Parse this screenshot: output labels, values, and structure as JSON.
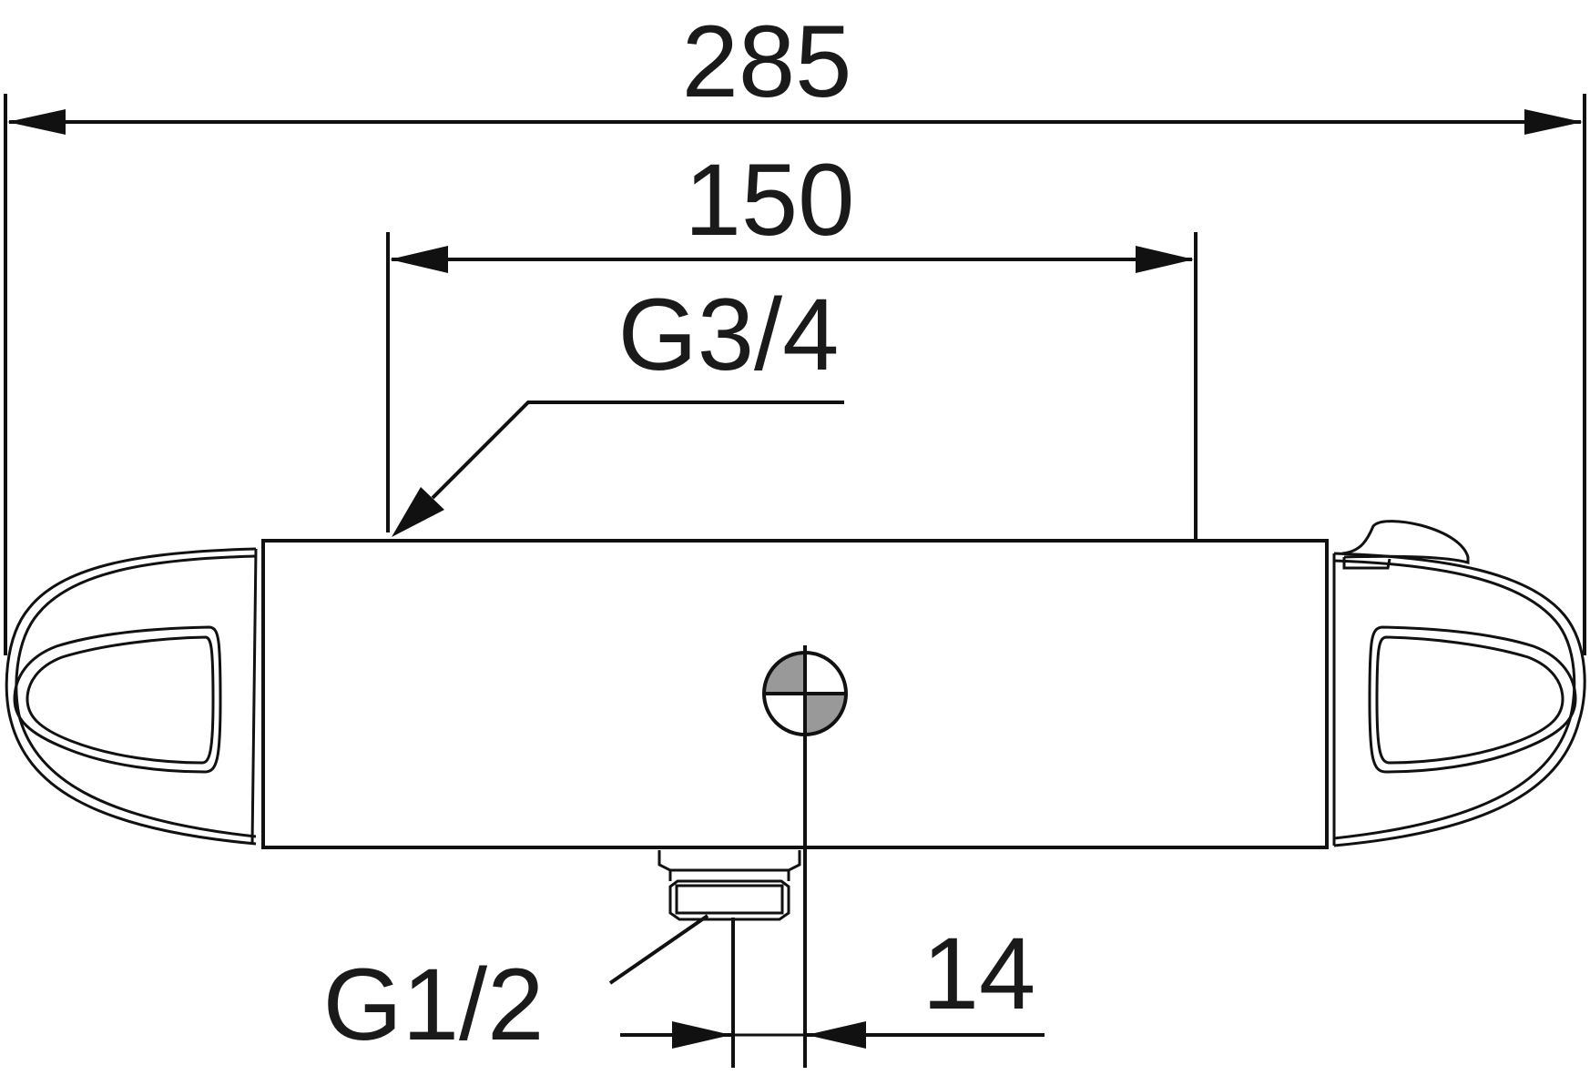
{
  "dimensions": {
    "overall_width": "285",
    "connection_spacing": "150",
    "outlet_offset": "14"
  },
  "threads": {
    "inlet": "G3/4",
    "outlet": "G1/2"
  },
  "colors": {
    "line": "#111111",
    "text": "#1a1a1a",
    "marker_fill": "#999999",
    "background": "#ffffff"
  }
}
